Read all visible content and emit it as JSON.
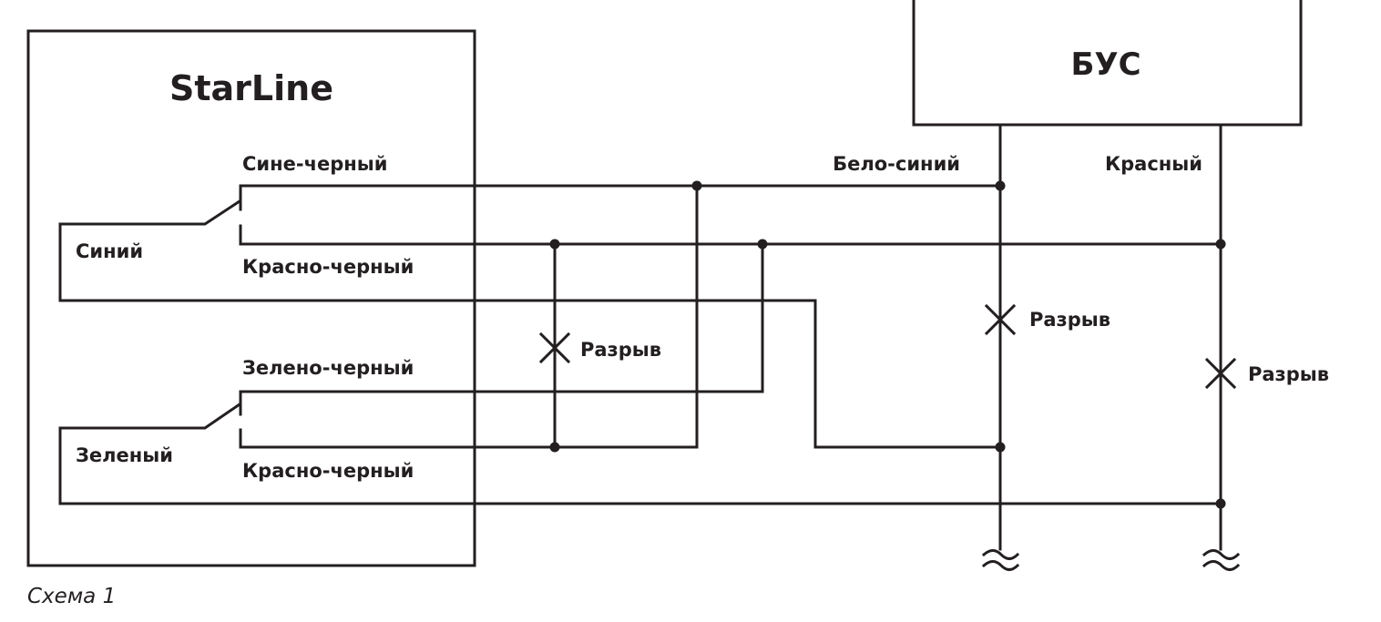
{
  "starline_block": {
    "brand": "StarLine",
    "switch_top": {
      "input_label": "Синий",
      "contact_upper_label": "Сине-черный",
      "contact_lower_label": "Красно-черный"
    },
    "switch_bottom": {
      "input_label": "Зеленый",
      "contact_upper_label": "Зелено-черный",
      "contact_lower_label": "Красно-черный"
    }
  },
  "bus_block": {
    "title": "БУС",
    "wire_white_blue_label": "Бело-синий",
    "wire_red_label": "Красный"
  },
  "cut_marks": {
    "jumper_label": "Разрыв",
    "white_blue_label": "Разрыв",
    "red_label": "Разрыв"
  },
  "caption": "Схема 1",
  "colors": {
    "line": "#231f20",
    "background": "#ffffff"
  }
}
